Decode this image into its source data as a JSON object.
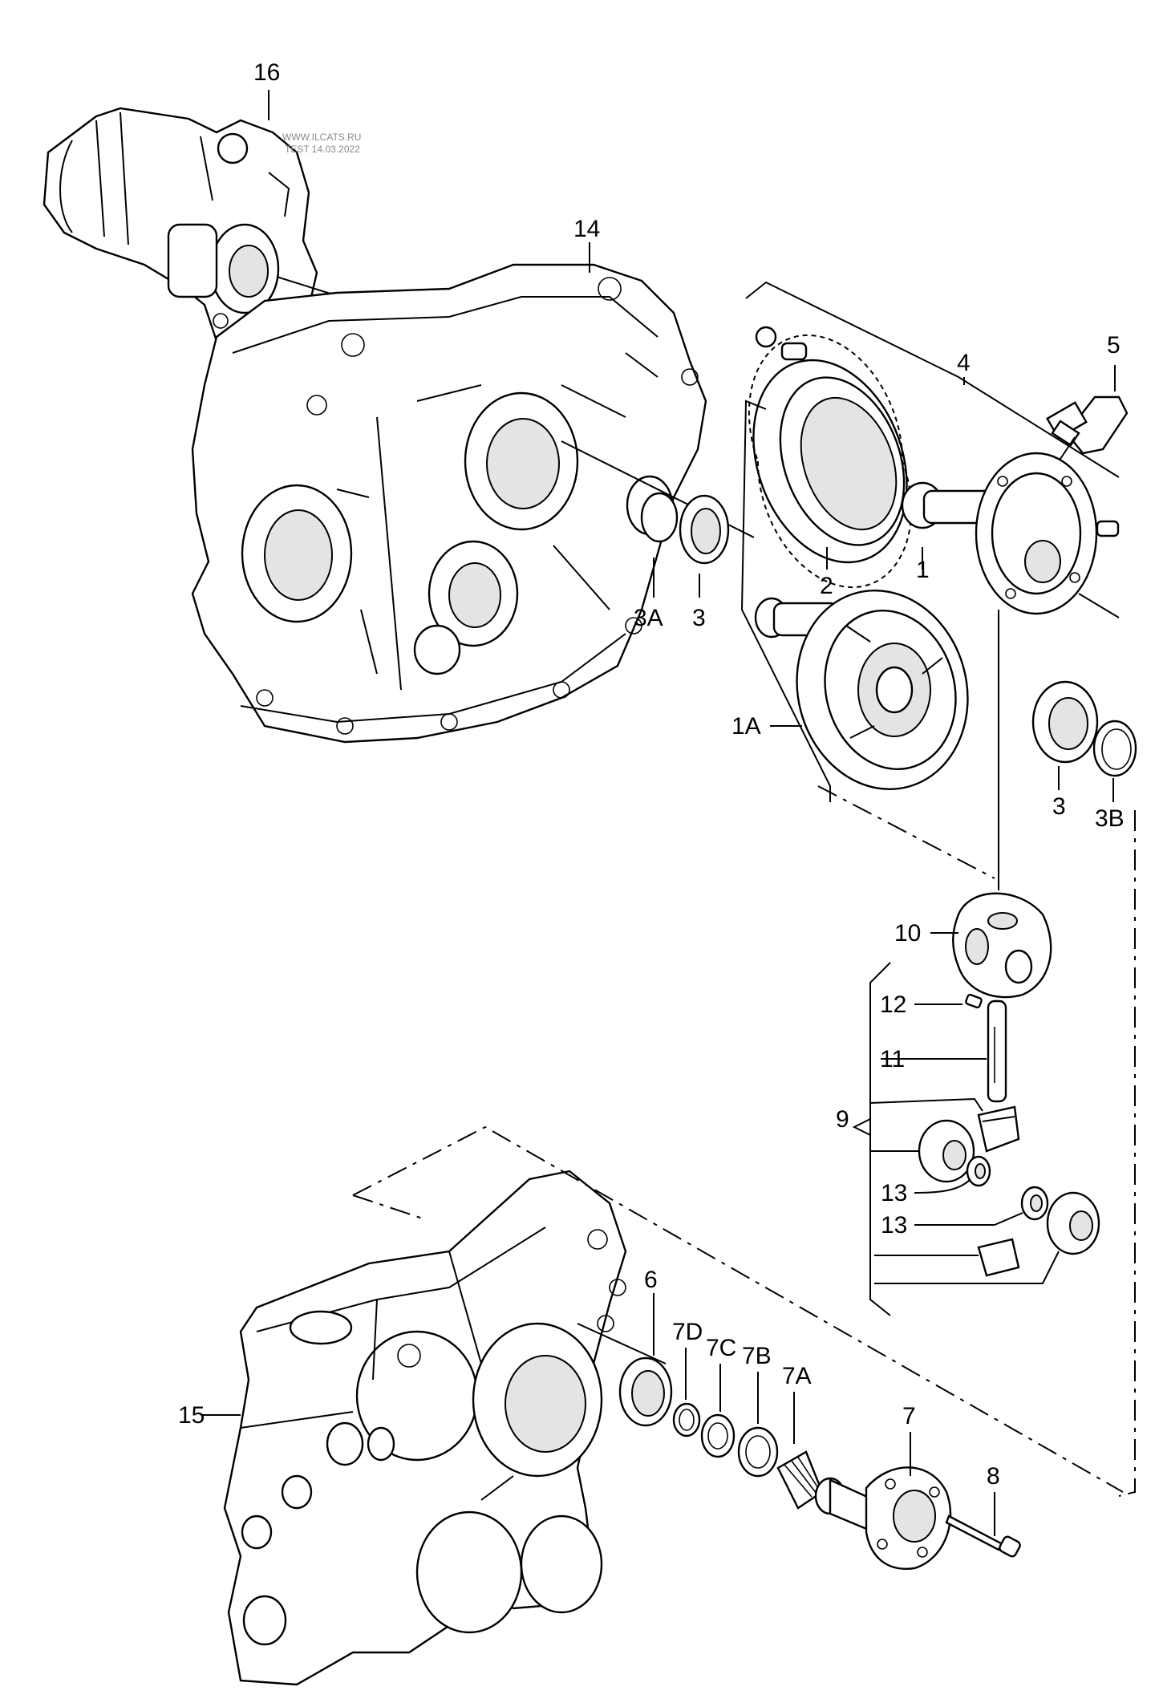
{
  "watermark": {
    "line1": "WWW.ILCATS.RU",
    "line2": "TEST 14.03.2022"
  },
  "callouts": {
    "c16": "16",
    "c14": "14",
    "c4": "4",
    "c5": "5",
    "c2": "2",
    "c1": "1",
    "c3a": "3A",
    "c3_left": "3",
    "c1a": "1A",
    "c3_right": "3",
    "c3b": "3B",
    "c10": "10",
    "c12": "12",
    "c11": "11",
    "c9": "9",
    "c13_top": "13",
    "c13_bottom": "13",
    "c6": "6",
    "c7d": "7D",
    "c7c": "7C",
    "c7b": "7B",
    "c7a": "7A",
    "c7": "7",
    "c8": "8",
    "c15": "15"
  }
}
